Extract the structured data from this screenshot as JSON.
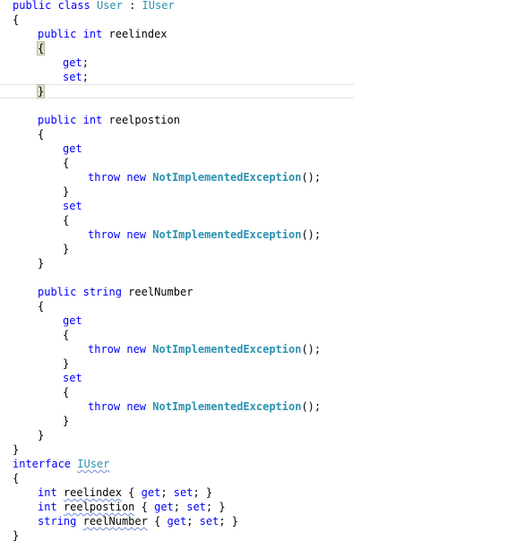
{
  "editor": {
    "colors": {
      "keyword": "#0000ff",
      "type": "#2b91af",
      "text": "#000000",
      "squiggle": "#6b8cd6",
      "brace_match": "#dbe0cc"
    },
    "lines": [
      {
        "indent": 0,
        "tokens": [
          {
            "t": "public",
            "c": "kw"
          },
          {
            "t": " ",
            "c": "plain"
          },
          {
            "t": "class",
            "c": "kw"
          },
          {
            "t": " ",
            "c": "plain"
          },
          {
            "t": "User",
            "c": "type"
          },
          {
            "t": " : ",
            "c": "plain"
          },
          {
            "t": "IUser",
            "c": "type"
          }
        ]
      },
      {
        "indent": 0,
        "tokens": [
          {
            "t": "{",
            "c": "plain"
          }
        ]
      },
      {
        "indent": 1,
        "tokens": [
          {
            "t": "public",
            "c": "kw"
          },
          {
            "t": " ",
            "c": "plain"
          },
          {
            "t": "int",
            "c": "kw"
          },
          {
            "t": " reelindex",
            "c": "plain"
          }
        ]
      },
      {
        "indent": 1,
        "tokens": [
          {
            "t": "{",
            "c": "plain",
            "hl": true
          }
        ]
      },
      {
        "indent": 2,
        "tokens": [
          {
            "t": "get",
            "c": "kw"
          },
          {
            "t": ";",
            "c": "plain"
          }
        ]
      },
      {
        "indent": 2,
        "tokens": [
          {
            "t": "set",
            "c": "kw"
          },
          {
            "t": ";",
            "c": "plain"
          }
        ]
      },
      {
        "indent": 1,
        "current": true,
        "tokens": [
          {
            "t": "}",
            "c": "plain",
            "hl": true
          }
        ]
      },
      {
        "indent": 0,
        "tokens": []
      },
      {
        "indent": 1,
        "tokens": [
          {
            "t": "public",
            "c": "kw"
          },
          {
            "t": " ",
            "c": "plain"
          },
          {
            "t": "int",
            "c": "kw"
          },
          {
            "t": " reelpostion",
            "c": "plain"
          }
        ]
      },
      {
        "indent": 1,
        "tokens": [
          {
            "t": "{",
            "c": "plain"
          }
        ]
      },
      {
        "indent": 2,
        "tokens": [
          {
            "t": "get",
            "c": "kw"
          }
        ]
      },
      {
        "indent": 2,
        "tokens": [
          {
            "t": "{",
            "c": "plain"
          }
        ]
      },
      {
        "indent": 3,
        "tokens": [
          {
            "t": "throw",
            "c": "kw"
          },
          {
            "t": " ",
            "c": "plain"
          },
          {
            "t": "new",
            "c": "kw"
          },
          {
            "t": " ",
            "c": "plain"
          },
          {
            "t": "NotImplementedException",
            "c": "exc"
          },
          {
            "t": "();",
            "c": "plain"
          }
        ]
      },
      {
        "indent": 2,
        "tokens": [
          {
            "t": "}",
            "c": "plain"
          }
        ]
      },
      {
        "indent": 2,
        "tokens": [
          {
            "t": "set",
            "c": "kw"
          }
        ]
      },
      {
        "indent": 2,
        "tokens": [
          {
            "t": "{",
            "c": "plain"
          }
        ]
      },
      {
        "indent": 3,
        "tokens": [
          {
            "t": "throw",
            "c": "kw"
          },
          {
            "t": " ",
            "c": "plain"
          },
          {
            "t": "new",
            "c": "kw"
          },
          {
            "t": " ",
            "c": "plain"
          },
          {
            "t": "NotImplementedException",
            "c": "exc"
          },
          {
            "t": "();",
            "c": "plain"
          }
        ]
      },
      {
        "indent": 2,
        "tokens": [
          {
            "t": "}",
            "c": "plain"
          }
        ]
      },
      {
        "indent": 1,
        "tokens": [
          {
            "t": "}",
            "c": "plain"
          }
        ]
      },
      {
        "indent": 0,
        "tokens": []
      },
      {
        "indent": 1,
        "tokens": [
          {
            "t": "public",
            "c": "kw"
          },
          {
            "t": " ",
            "c": "plain"
          },
          {
            "t": "string",
            "c": "kw"
          },
          {
            "t": " reelNumber",
            "c": "plain"
          }
        ]
      },
      {
        "indent": 1,
        "tokens": [
          {
            "t": "{",
            "c": "plain"
          }
        ]
      },
      {
        "indent": 2,
        "tokens": [
          {
            "t": "get",
            "c": "kw"
          }
        ]
      },
      {
        "indent": 2,
        "tokens": [
          {
            "t": "{",
            "c": "plain"
          }
        ]
      },
      {
        "indent": 3,
        "tokens": [
          {
            "t": "throw",
            "c": "kw"
          },
          {
            "t": " ",
            "c": "plain"
          },
          {
            "t": "new",
            "c": "kw"
          },
          {
            "t": " ",
            "c": "plain"
          },
          {
            "t": "NotImplementedException",
            "c": "exc"
          },
          {
            "t": "();",
            "c": "plain"
          }
        ]
      },
      {
        "indent": 2,
        "tokens": [
          {
            "t": "}",
            "c": "plain"
          }
        ]
      },
      {
        "indent": 2,
        "tokens": [
          {
            "t": "set",
            "c": "kw"
          }
        ]
      },
      {
        "indent": 2,
        "tokens": [
          {
            "t": "{",
            "c": "plain"
          }
        ]
      },
      {
        "indent": 3,
        "tokens": [
          {
            "t": "throw",
            "c": "kw"
          },
          {
            "t": " ",
            "c": "plain"
          },
          {
            "t": "new",
            "c": "kw"
          },
          {
            "t": " ",
            "c": "plain"
          },
          {
            "t": "NotImplementedException",
            "c": "exc"
          },
          {
            "t": "();",
            "c": "plain"
          }
        ]
      },
      {
        "indent": 2,
        "tokens": [
          {
            "t": "}",
            "c": "plain"
          }
        ]
      },
      {
        "indent": 1,
        "tokens": [
          {
            "t": "}",
            "c": "plain"
          }
        ]
      },
      {
        "indent": 0,
        "tokens": [
          {
            "t": "}",
            "c": "plain"
          }
        ]
      },
      {
        "indent": 0,
        "tokens": [
          {
            "t": "interface",
            "c": "kw"
          },
          {
            "t": " ",
            "c": "plain"
          },
          {
            "t": "IUser",
            "c": "type",
            "err": true
          }
        ]
      },
      {
        "indent": 0,
        "tokens": [
          {
            "t": "{",
            "c": "plain"
          }
        ]
      },
      {
        "indent": 1,
        "tokens": [
          {
            "t": "int",
            "c": "kw"
          },
          {
            "t": " ",
            "c": "plain"
          },
          {
            "t": "reelindex",
            "c": "plain",
            "err": true
          },
          {
            "t": " { ",
            "c": "plain"
          },
          {
            "t": "get",
            "c": "kw"
          },
          {
            "t": "; ",
            "c": "plain"
          },
          {
            "t": "set",
            "c": "kw"
          },
          {
            "t": "; }",
            "c": "plain"
          }
        ]
      },
      {
        "indent": 1,
        "tokens": [
          {
            "t": "int",
            "c": "kw"
          },
          {
            "t": " ",
            "c": "plain"
          },
          {
            "t": "reelpostion",
            "c": "plain",
            "err": true
          },
          {
            "t": " { ",
            "c": "plain"
          },
          {
            "t": "get",
            "c": "kw"
          },
          {
            "t": "; ",
            "c": "plain"
          },
          {
            "t": "set",
            "c": "kw"
          },
          {
            "t": "; }",
            "c": "plain"
          }
        ]
      },
      {
        "indent": 1,
        "tokens": [
          {
            "t": "string",
            "c": "kw"
          },
          {
            "t": " ",
            "c": "plain"
          },
          {
            "t": "reelNumber",
            "c": "plain",
            "err": true
          },
          {
            "t": " { ",
            "c": "plain"
          },
          {
            "t": "get",
            "c": "kw"
          },
          {
            "t": "; ",
            "c": "plain"
          },
          {
            "t": "set",
            "c": "kw"
          },
          {
            "t": "; }",
            "c": "plain"
          }
        ]
      },
      {
        "indent": 0,
        "tokens": [
          {
            "t": "}",
            "c": "plain"
          }
        ]
      }
    ]
  }
}
